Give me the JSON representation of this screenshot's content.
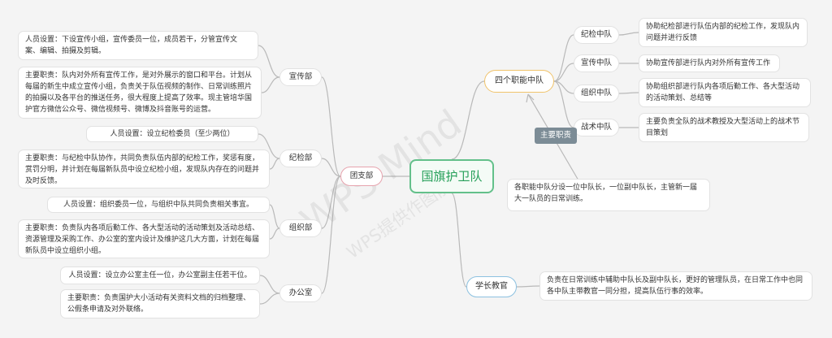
{
  "root": "国旗护卫队",
  "colors": {
    "line": "#b9b9b9",
    "root_border": "#63c08a",
    "tuanzhi": "#e6a3ad",
    "sige": "#f0c36b",
    "xuezhang": "#8cc1e0",
    "tag_bg": "#7c8c96"
  },
  "branches": {
    "tuanzhi": {
      "label": "团支部",
      "xuanchuan": {
        "label": "宣传部",
        "staff": "人员设置：下设宣传小组，宣传委员一位，成员若干，分管宣传文案、编辑、拍摄及剪辑。",
        "duty": "主要职责：队内对外所有宣传工作，是对外展示的窗口和平台。计划从每届的新生中成立宣传小组，负责关于队伍视频的制作、日常训练照片的拍摄以及各平台的推送任务，很大程度上提高了效率。现主管培华国护官方微信公众号、微信视频号、微博及抖音账号的运营。"
      },
      "jijian": {
        "label": "纪检部",
        "staff": "人员设置：设立纪检委员（至少两位）",
        "duty": "主要职责：与纪检中队协作，共同负责队伍内部的纪检工作，奖惩有度，赏罚分明，并计划在每届新队员中设立纪检小组，发现队内存在的问题并及时反馈。"
      },
      "zuzhi": {
        "label": "组织部",
        "staff": "人员设置：组织委员一位，与组织中队共同负责相关事宜。",
        "duty": "主要职责：负责队内各项后勤工作、各大型活动的活动策划及活动总结、资源管理及采购工作、办公室的室内设计及维护这几大方面，计划在每届新队员中设立组织小组。"
      },
      "bangong": {
        "label": "办公室",
        "staff": "人员设置：设立办公室主任一位，办公室副主任若干位。",
        "duty": "主要职责：负责国护大小活动有关资料文档的归档整理、公假条申请及对外联络。"
      }
    },
    "sige": {
      "label": "四个职能中队",
      "tag": "主要职责",
      "note": "各职能中队分设一位中队长，一位副中队长，主管新一届大一队员的日常训练。",
      "items": [
        {
          "label": "纪检中队",
          "desc": "协助纪检部进行队伍内部的纪检工作，发现队内问题并进行反馈"
        },
        {
          "label": "宣传中队",
          "desc": "协助宣传部进行队内对外所有宣传工作"
        },
        {
          "label": "组织中队",
          "desc": "协助组织部进行队内各项后勤工作、各大型活动的活动策划、总结等"
        },
        {
          "label": "战术中队",
          "desc": "主要负责全队的战术教授及大型活动上的战术节目策划"
        }
      ]
    },
    "xuezhang": {
      "label": "学长教官",
      "desc": "负责在日常训练中辅助中队长及副中队长，更好的管理队员，在日常工作中也同各中队主带教官一同分担，提高队伍行事的效率。"
    }
  },
  "watermark": {
    "brand": "WPS Mind",
    "sub": "WPS提供作图能力"
  }
}
